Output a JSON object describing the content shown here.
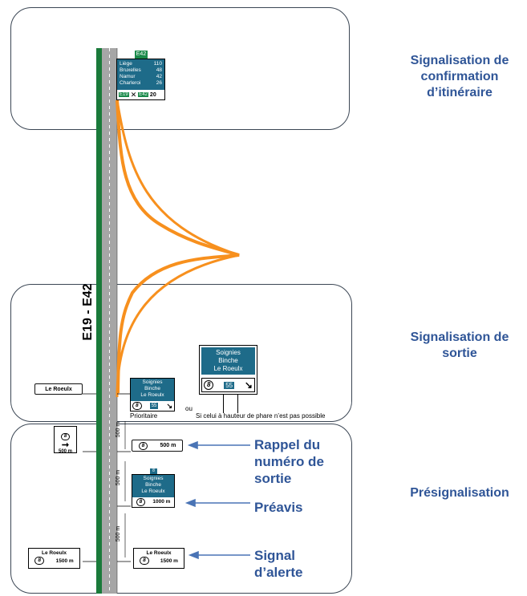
{
  "zones": {
    "confirmation": {
      "label": "Signalisation de confirmation d’itinéraire"
    },
    "sortie": {
      "label": "Signalisation de sortie"
    },
    "presignal": {
      "label": "Présignalisation"
    }
  },
  "road_label": "E19 - E42",
  "confirm_sign": {
    "route_tag": "E42",
    "rows": [
      {
        "city": "Liège",
        "km": "110"
      },
      {
        "city": "Bruxelles",
        "km": "48"
      },
      {
        "city": "Namur",
        "km": "42"
      },
      {
        "city": "Charleroi",
        "km": "26"
      }
    ],
    "bottom_left": "E19",
    "bottom_mid": "E42",
    "bottom_num": "20"
  },
  "exit_small": {
    "destinations": [
      "Soignies",
      "Binche",
      "Le Roeulx"
    ],
    "exit_num": "8",
    "route_num": "55"
  },
  "exit_big": {
    "destinations": [
      "Soignies",
      "Binche",
      "Le Roeulx"
    ],
    "exit_num": "8",
    "route_num": "55"
  },
  "roadside_le_roeulx": "Le Roeulx",
  "prioritaire": "Prioritaire",
  "ou": "ou",
  "phare_note": "Si celui à hauteur de phare n’est pas possible",
  "rappel_left": {
    "exit_num": "8",
    "dist": "500 m"
  },
  "rappel_right": {
    "exit_num": "8",
    "dist": "500 m"
  },
  "preavis": {
    "tag": "8",
    "destinations": [
      "Soignies",
      "Binche",
      "Le Roeulx"
    ],
    "exit_num": "8",
    "dist": "1000 m"
  },
  "alert_left": {
    "name": "Le Roeulx",
    "exit_num": "8",
    "dist": "1500 m"
  },
  "alert_right": {
    "name": "Le Roeulx",
    "exit_num": "8",
    "dist": "1500 m"
  },
  "dist_marks": [
    "500 m",
    "500 m",
    "500 m"
  ],
  "labels": {
    "rappel": "Rappel du numéro de sortie",
    "preavis": "Préavis",
    "alerte": "Signal d’alerte"
  },
  "colors": {
    "road_green": "#1a7a3a",
    "road_gray": "#a6a6a6",
    "exit_orange": "#f7901e",
    "sign_blue": "#1e6b89",
    "label_blue": "#2f5597"
  }
}
